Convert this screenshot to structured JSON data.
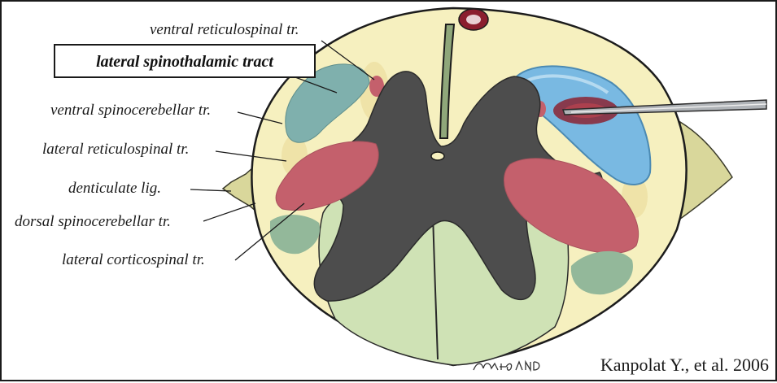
{
  "labels": {
    "ventral_reticulospinal": "ventral reticulospinal tr.",
    "lateral_spinothalamic": "lateral spinothalamic tract",
    "ventral_spinocerebellar": "ventral spinocerebellar tr.",
    "lateral_reticulospinal": "lateral reticulospinal tr.",
    "denticulate_lig": "denticulate lig.",
    "dorsal_spinocerebellar": "dorsal spinocerebellar tr.",
    "lateral_corticospinal": "lateral corticospinal tr."
  },
  "credit": "Kanpolat Y., et al. 2006",
  "signature": "OMER ESMAN MD",
  "colors": {
    "white_matter": "#f6f0bf",
    "grey_matter": "#4d4d4d",
    "dorsal_column": "#cfe2b5",
    "corticospinal": "#c4606c",
    "spinocerebellar": "#7fb0ad",
    "spinothalamic_target": "#79b9e2",
    "electrode": "#b0b4b8",
    "lesion": "#8b2332",
    "ligament": "#d8d79a"
  },
  "icons": {
    "electrode": "electrode-needle-icon"
  }
}
